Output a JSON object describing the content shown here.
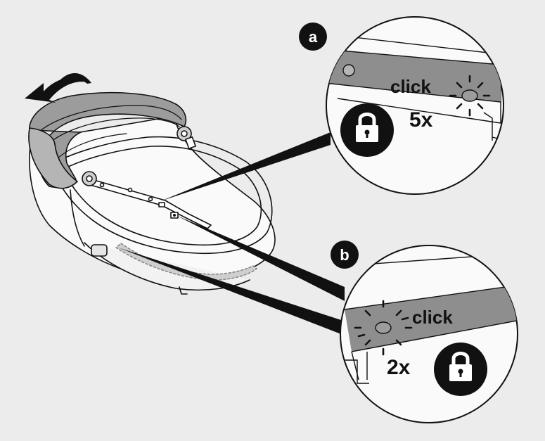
{
  "callout_a": {
    "badge": "a",
    "sound": "click",
    "count": "5x",
    "state_icon": "lock-icon"
  },
  "callout_b": {
    "badge": "b",
    "sound": "click",
    "count": "2x",
    "state_icon": "lock-icon"
  },
  "colors": {
    "background": "#ececec",
    "outline": "#111111",
    "strap_gray": "#8e8e8e",
    "fabric_gray": "#a5a5a5",
    "badge_fill": "#111111",
    "badge_text": "#ffffff"
  }
}
